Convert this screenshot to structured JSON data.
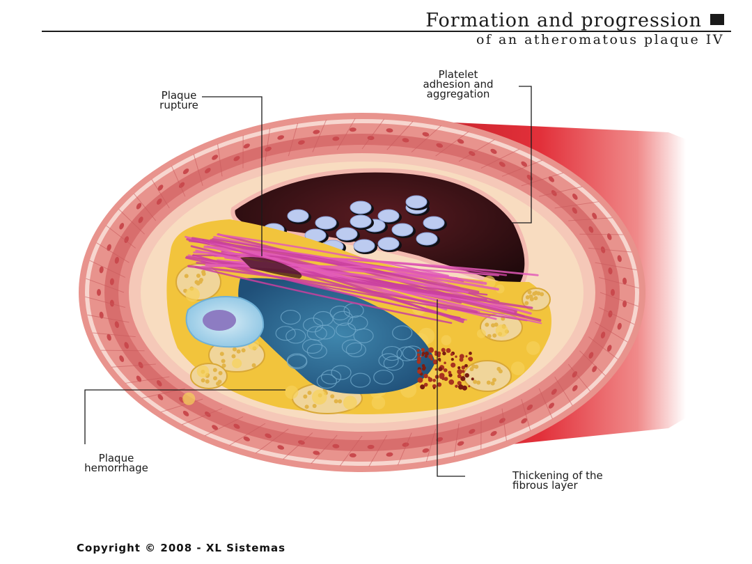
{
  "title": {
    "line1": "Formation and progression",
    "line2": "of an atheromatous plaque IV"
  },
  "labels": {
    "plaque_rupture": "Plaque\nrupture",
    "platelet": "Platelet\nadhesion and\naggregation",
    "hemorrhage": "Plaque\nhemorrhage",
    "fibrous": "Thickening of the\nfibrous layer"
  },
  "copyright": "Copyright © 2008 - XL Sistemas",
  "colors": {
    "vessel_outer": "#e88e8a",
    "vessel_muscle": "#d9706f",
    "intima": "#f6d2b4",
    "lumen": "#2a0f12",
    "platelet": "#b9c9ee",
    "fibrous": "#dd52b0",
    "lipid_core": "#2e6f96",
    "fat": "#f3c33a",
    "hemorrhage": "#a8321f",
    "vessel_side": "#d22a2a"
  }
}
